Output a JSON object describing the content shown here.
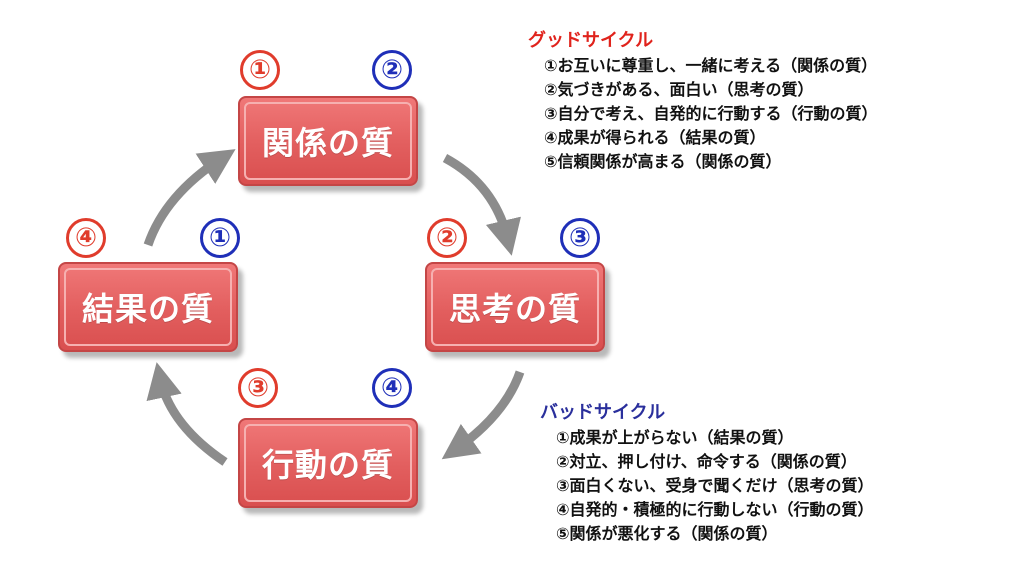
{
  "boxes": {
    "top": "関係の質",
    "right": "思考の質",
    "bottom": "行動の質",
    "left": "結果の質"
  },
  "numbers": {
    "top_good": "①",
    "top_bad": "②",
    "right_good": "②",
    "right_bad": "③",
    "bottom_good": "③",
    "bottom_bad": "④",
    "left_good": "④",
    "left_bad": "①"
  },
  "good_cycle": {
    "title": "グッドサイクル",
    "items": [
      "①お互いに尊重し、一緒に考える（関係の質）",
      "②気づきがある、面白い（思考の質）",
      "③自分で考え、自発的に行動する（行動の質）",
      "④成果が得られる（結果の質）",
      "⑤信頼関係が高まる（関係の質）"
    ]
  },
  "bad_cycle": {
    "title": "バッドサイクル",
    "items": [
      "①成果が上がらない（結果の質）",
      "②対立、押し付け、命令する（関係の質）",
      "③面白くない、受身で聞くだけ（思考の質）",
      "④自発的・積極的に行動しない（行動の質）",
      "⑤関係が悪化する（関係の質）"
    ]
  },
  "colors": {
    "box_fill": "#e25e5e",
    "good_accent": "#e03c2c",
    "bad_accent": "#1f2fb8",
    "arrow": "#8c8c8c"
  }
}
